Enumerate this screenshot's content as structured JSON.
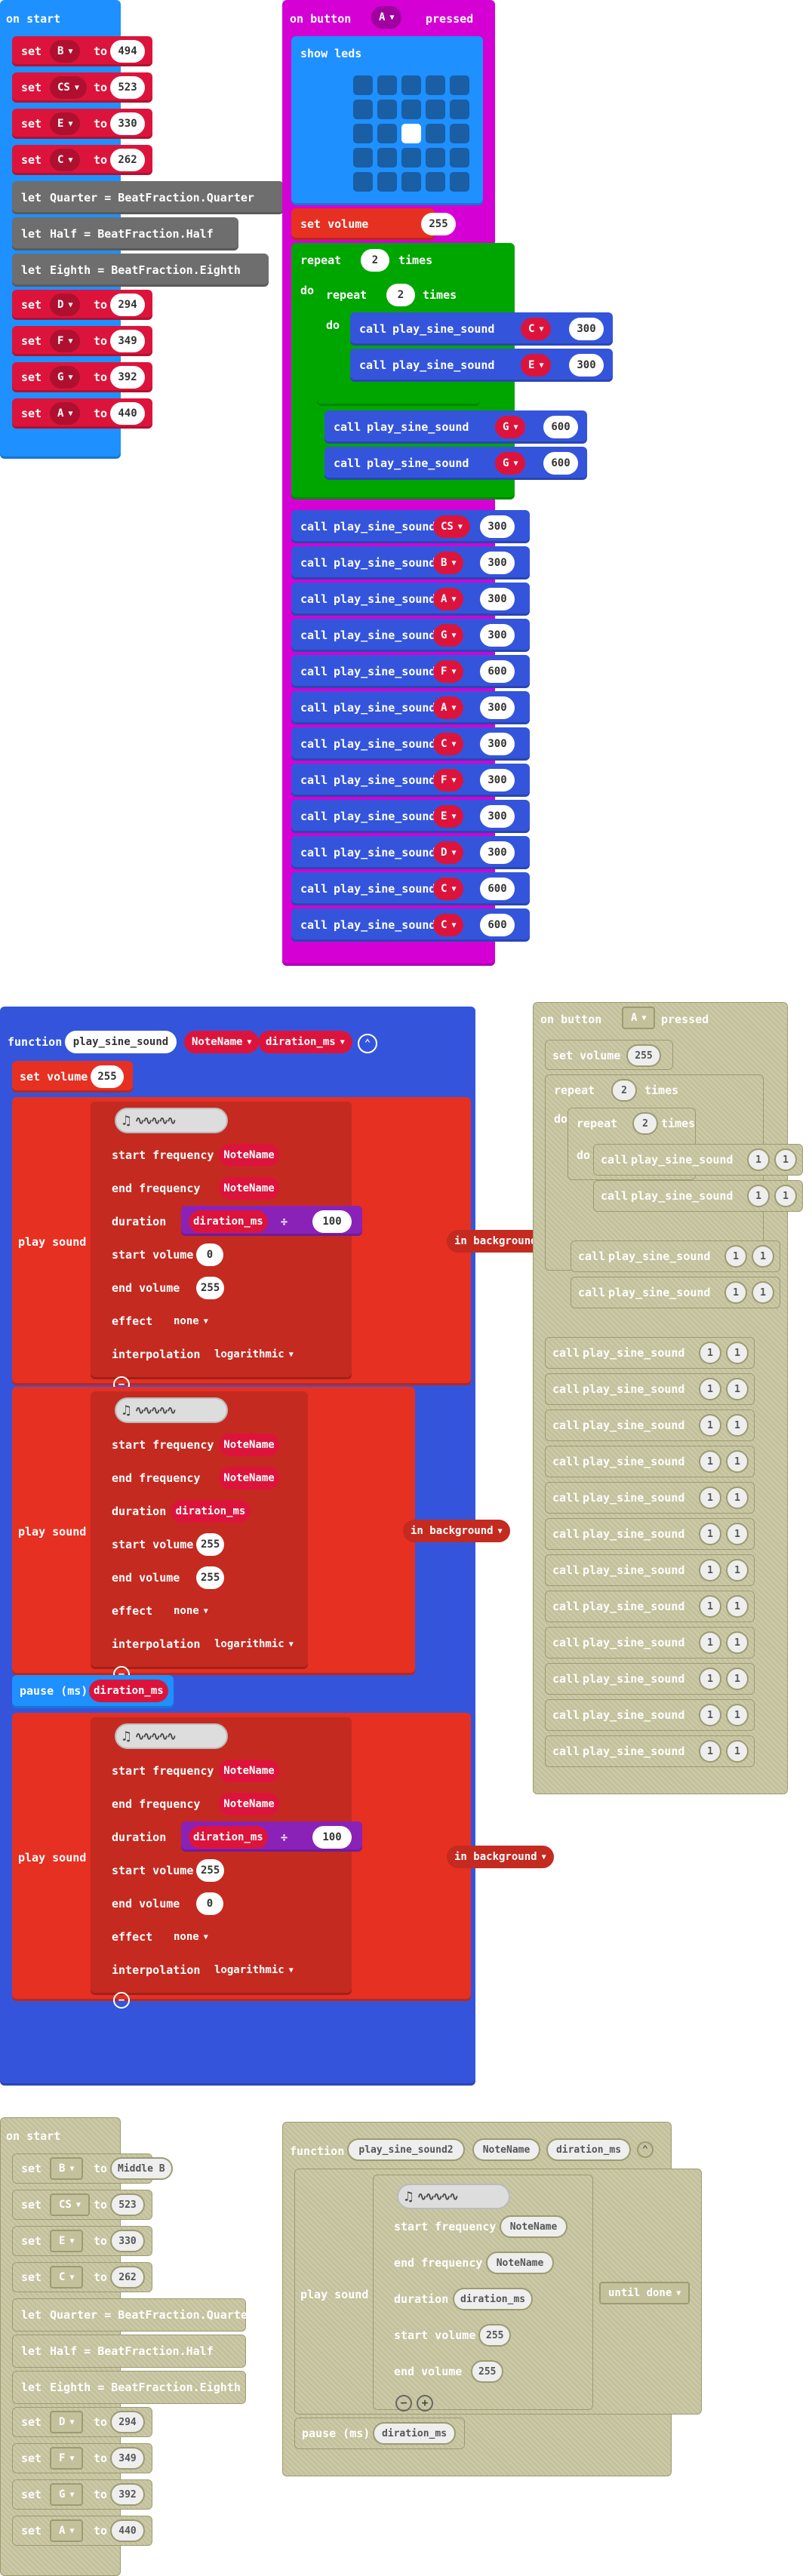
{
  "colors": {
    "variables": "#dc143c",
    "events": "#d400d4",
    "basic": "#1e90ff",
    "music": "#e63022",
    "loops": "#00a600",
    "functions": "#3455db",
    "let": "#6e6e6e",
    "ghost": "#c3c19b"
  },
  "kw": {
    "on_start": "on start",
    "set": "set",
    "to": "to",
    "let": "let",
    "on_button": "on button",
    "pressed": "pressed",
    "show_leds": "show leds",
    "set_volume": "set volume",
    "repeat": "repeat",
    "times": "times",
    "do": "do",
    "call": "call",
    "function": "function",
    "play_sound": "play sound",
    "start_frequency": "start frequency",
    "end_frequency": "end frequency",
    "duration": "duration",
    "start_volume": "start volume",
    "end_volume": "end volume",
    "effect": "effect",
    "interpolation": "interpolation",
    "pause": "pause (ms)",
    "div": "÷",
    "in_background": "in background",
    "until_done": "until done",
    "none": "none",
    "logarithmic": "logarithmic",
    "button_a": "A"
  },
  "on_start": {
    "sets": [
      {
        "var": "B",
        "val": "494"
      },
      {
        "var": "CS",
        "val": "523"
      },
      {
        "var": "E",
        "val": "330"
      },
      {
        "var": "C",
        "val": "262"
      }
    ],
    "lets": [
      "Quarter = BeatFraction.Quarter",
      "Half = BeatFraction.Half",
      "Eighth = BeatFraction.Eighth"
    ],
    "sets2": [
      {
        "var": "D",
        "val": "294"
      },
      {
        "var": "F",
        "val": "349"
      },
      {
        "var": "G",
        "val": "392"
      },
      {
        "var": "A",
        "val": "440"
      }
    ]
  },
  "btn": {
    "volume": "255",
    "repeat_outer": "2",
    "repeat_inner": "2",
    "func": "play_sine_sound",
    "inner_calls": [
      {
        "n": "C",
        "d": "300"
      },
      {
        "n": "E",
        "d": "300"
      }
    ],
    "outer_calls": [
      {
        "n": "G",
        "d": "600"
      },
      {
        "n": "G",
        "d": "600"
      }
    ],
    "calls": [
      {
        "n": "CS",
        "d": "300"
      },
      {
        "n": "B",
        "d": "300"
      },
      {
        "n": "A",
        "d": "300"
      },
      {
        "n": "G",
        "d": "300"
      },
      {
        "n": "F",
        "d": "600"
      },
      {
        "n": "A",
        "d": "300"
      },
      {
        "n": "C",
        "d": "300"
      },
      {
        "n": "F",
        "d": "300"
      },
      {
        "n": "E",
        "d": "300"
      },
      {
        "n": "D",
        "d": "300"
      },
      {
        "n": "C",
        "d": "600"
      },
      {
        "n": "C",
        "d": "600"
      }
    ]
  },
  "fn": {
    "name": "play_sine_sound",
    "p1": "NoteName",
    "p2": "diration_ms",
    "volume": "255",
    "s1": {
      "sf": "NoteName",
      "ef": "NoteName",
      "dur": "diration_ms",
      "divv": "100",
      "sv": "0",
      "ev": "255"
    },
    "s2": {
      "sf": "NoteName",
      "ef": "NoteName",
      "dur": "diration_ms",
      "sv": "255",
      "ev": "255"
    },
    "pause": "diration_ms",
    "s3": {
      "sf": "NoteName",
      "ef": "NoteName",
      "dur": "diration_ms",
      "divv": "100",
      "sv": "255",
      "ev": "0"
    }
  },
  "gbtn": {
    "volume": "255",
    "ro": "2",
    "ri": "2",
    "func": "play_sine_sound",
    "arg": "1"
  },
  "gstart": {
    "sets": [
      {
        "var": "B",
        "val": "Middle B"
      },
      {
        "var": "CS",
        "val": "523"
      },
      {
        "var": "E",
        "val": "330"
      },
      {
        "var": "C",
        "val": "262"
      }
    ],
    "lets": [
      "Quarter = BeatFraction.Quarter",
      "Half = BeatFraction.Half",
      "Eighth = BeatFraction.Eighth"
    ],
    "sets2": [
      {
        "var": "D",
        "val": "294"
      },
      {
        "var": "F",
        "val": "349"
      },
      {
        "var": "G",
        "val": "392"
      },
      {
        "var": "A",
        "val": "440"
      }
    ]
  },
  "gfn": {
    "name": "play_sine_sound2",
    "p1": "NoteName",
    "p2": "diration_ms",
    "sf": "NoteName",
    "ef": "NoteName",
    "dur": "diration_ms",
    "sv": "255",
    "ev": "255",
    "pause": "diration_ms"
  }
}
